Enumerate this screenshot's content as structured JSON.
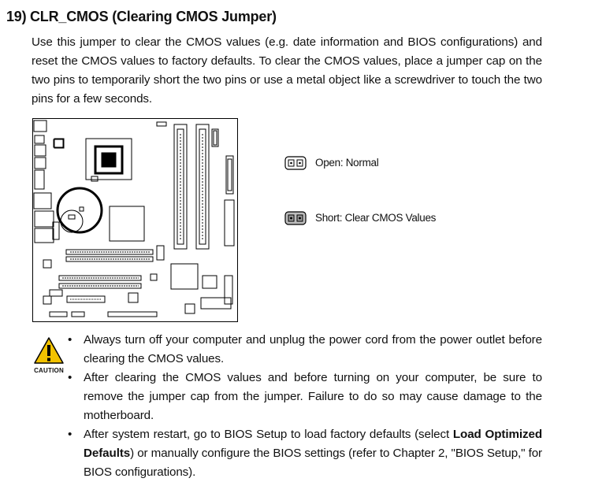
{
  "section": {
    "number": "19)",
    "title": "CLR_CMOS (Clearing CMOS Jumper)"
  },
  "intro": "Use this jumper to clear the CMOS values (e.g. date information and BIOS configurations) and reset the CMOS values to factory defaults. To clear the CMOS values, place a jumper cap on the two pins to temporarily short the two pins or use a metal object like a screwdriver to touch the two pins for a few seconds.",
  "legend": {
    "open": "Open: Normal",
    "short": "Short: Clear CMOS Values"
  },
  "caution_label": "CAUTION",
  "bullets": [
    {
      "text": "Always turn off your computer and unplug the power cord from the power outlet before clearing the CMOS values."
    },
    {
      "text": "After clearing the CMOS values and before turning on your computer, be sure to remove the jumper cap from the jumper. Failure to do so may cause damage to the motherboard."
    },
    {
      "pre": "After system restart, go to BIOS Setup to load factory defaults (select ",
      "bold": "Load Optimized Defaults",
      "post": ") or manually configure the BIOS settings (refer to Chapter 2, \"BIOS Setup,\" for BIOS configurations)."
    }
  ]
}
